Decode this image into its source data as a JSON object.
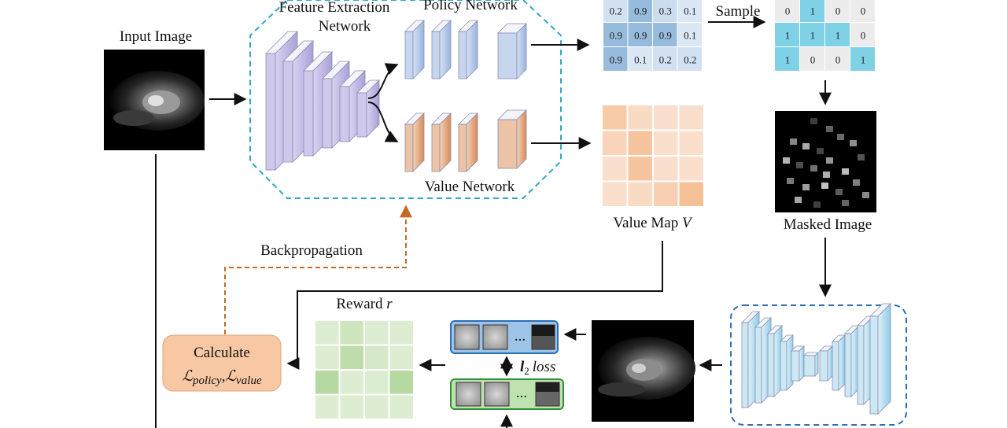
{
  "labels": {
    "input_image": "Input Image",
    "feature_extraction_line1": "Feature Extraction",
    "feature_extraction_line2": "Network",
    "policy_network": "Policy Network",
    "value_network": "Value Network",
    "sample": "Sample",
    "value_map_prefix": "Value Map",
    "value_map_var": "V",
    "masked_image": "Masked Image",
    "backpropagation": "Backpropagation",
    "reward_prefix": "Reward",
    "reward_var": "r",
    "calculate": "Calculate",
    "loss_policy": "ℒ",
    "loss_policy_sub": "policy",
    "loss_sep": ",",
    "loss_value": "ℒ",
    "loss_value_sub": "value",
    "l2_symbol": "l",
    "l2_sub": "2",
    "l2_loss": "loss",
    "ellipsis": "..."
  },
  "policy_grid": [
    [
      "0.2",
      "0.9",
      "0.3",
      "0.1"
    ],
    [
      "0.9",
      "0.9",
      "0.9",
      "0.1"
    ],
    [
      "0.9",
      "0.1",
      "0.2",
      "0.2"
    ]
  ],
  "policy_grid_levels": [
    [
      0.2,
      0.9,
      0.3,
      0.1
    ],
    [
      0.9,
      0.9,
      0.9,
      0.1
    ],
    [
      0.9,
      0.1,
      0.2,
      0.2
    ]
  ],
  "sample_grid": [
    [
      "0",
      "1",
      "0",
      "0"
    ],
    [
      "1",
      "1",
      "1",
      "0"
    ],
    [
      "1",
      "0",
      "0",
      "1"
    ]
  ],
  "value_map_levels": [
    [
      0.5,
      0.2,
      0.1,
      0.1
    ],
    [
      0.3,
      0.6,
      0.1,
      0.1
    ],
    [
      0.1,
      0.6,
      0.1,
      0.1
    ],
    [
      0.1,
      0.2,
      0.4,
      0.7
    ]
  ],
  "reward_levels": [
    [
      0.1,
      0.3,
      0.1,
      0.1
    ],
    [
      0.1,
      0.5,
      0.2,
      0.1
    ],
    [
      0.6,
      0.1,
      0.1,
      0.6
    ],
    [
      0.1,
      0.1,
      0.1,
      0.1
    ]
  ],
  "colors": {
    "policy_high": "#8fb5da",
    "policy_low": "#e3ecf7",
    "sample_one": "#7fd1e6",
    "sample_zero": "#ececec",
    "value_high": "#f3b07a",
    "value_low": "#fbe4d5",
    "reward_high": "#97c97a",
    "reward_low": "#e5f1dc",
    "dashed_blue": "#2ca8c8",
    "backprop": "#c46a26",
    "calculate_box": "#f7c8a3",
    "policy_layers": "#a9bfe6",
    "value_layers": "#e5a170",
    "feature_layers": "#b8aee0",
    "unet_layers": "#9fd3ea"
  }
}
